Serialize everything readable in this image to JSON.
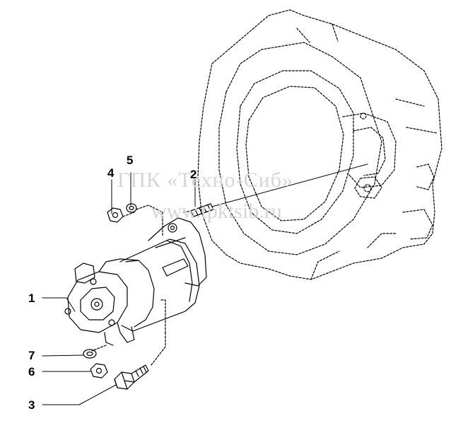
{
  "diagram": {
    "callouts": [
      {
        "label": "1",
        "part": "starter-motor"
      },
      {
        "label": "2",
        "part": "stud"
      },
      {
        "label": "3",
        "part": "bolt"
      },
      {
        "label": "4",
        "part": "nut"
      },
      {
        "label": "5",
        "part": "washer"
      },
      {
        "label": "6",
        "part": "nut"
      },
      {
        "label": "7",
        "part": "washer"
      }
    ],
    "watermark": {
      "line1": "ГПК «Техно-Сиб»",
      "line2": "www.tpktsib.ru"
    },
    "colors": {
      "line": "#000000",
      "background": "#ffffff",
      "watermark": "#d6d6d6"
    }
  }
}
